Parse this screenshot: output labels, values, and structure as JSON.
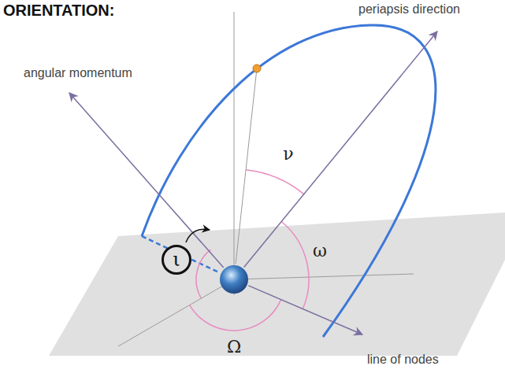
{
  "diagram": {
    "title": "ORIENTATION:",
    "nodes": [
      {
        "text": [
          "ι"
        ]
      }
    ],
    "labels": [
      "periapsis direction",
      "angular momentum",
      "ν",
      "ω",
      "Ω",
      "line of nodes"
    ]
  }
}
